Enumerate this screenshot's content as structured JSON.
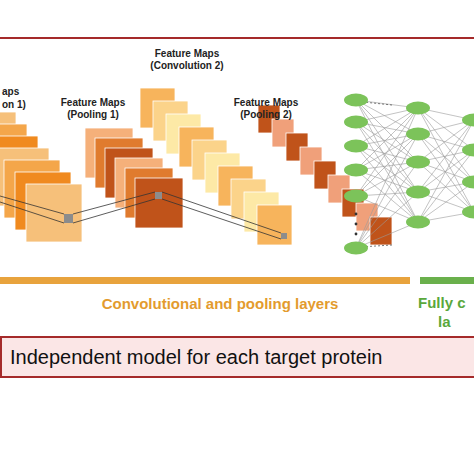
{
  "diagram": {
    "nodes": [
      {
        "text": [
          "Independent model for each target protein"
        ]
      }
    ],
    "labels": [
      "aps",
      "on 1)",
      "Feature Maps (Pooling 1)",
      "Feature Maps (Convolution 2)",
      "Feature Maps (Pooling 2)",
      "Convolutional and pooling layers",
      "Fully c",
      "la"
    ]
  }
}
